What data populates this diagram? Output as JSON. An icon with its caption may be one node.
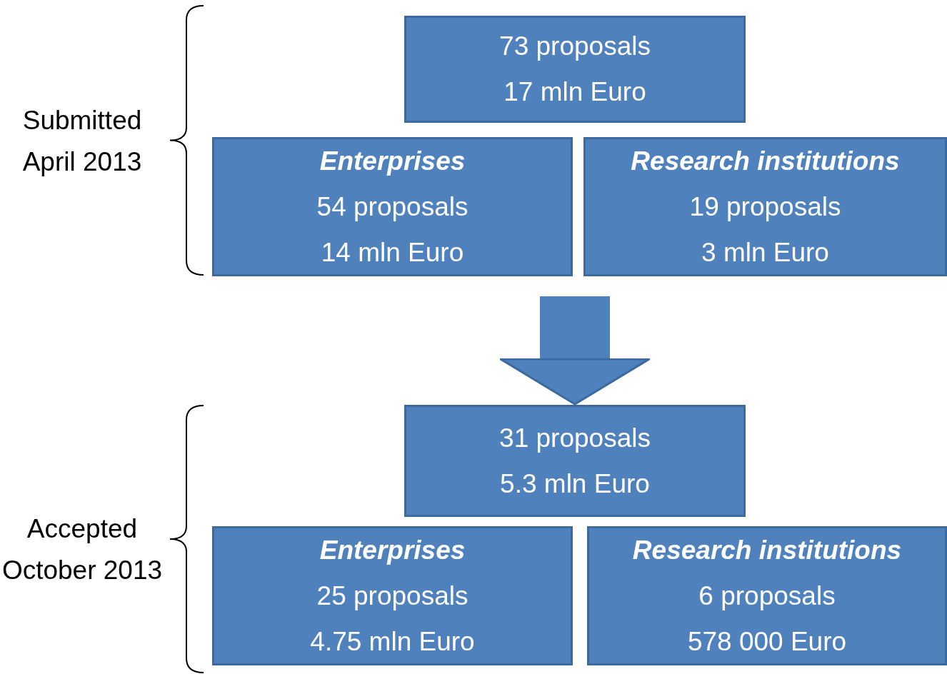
{
  "diagram": {
    "nodes": [
      {
        "text": [
          "73 proposals",
          "17 mln Euro"
        ]
      },
      {
        "text": [
          "Enterprises",
          "54 proposals",
          "14 mln Euro"
        ]
      },
      {
        "text": [
          "Research institutions",
          "19 proposals",
          "3 mln Euro"
        ]
      },
      {
        "text": [
          "31 proposals",
          "5.3 mln Euro"
        ]
      },
      {
        "text": [
          "Enterprises",
          "25 proposals",
          "4.75 mln Euro"
        ]
      },
      {
        "text": [
          "Research institutions",
          "6 proposals",
          "578 000 Euro"
        ]
      }
    ],
    "edges": [
      {
        "from": null,
        "to": 3,
        "arrow": "to"
      }
    ],
    "labels": [
      "Submitted April 2013",
      "Accepted October 2013"
    ]
  }
}
